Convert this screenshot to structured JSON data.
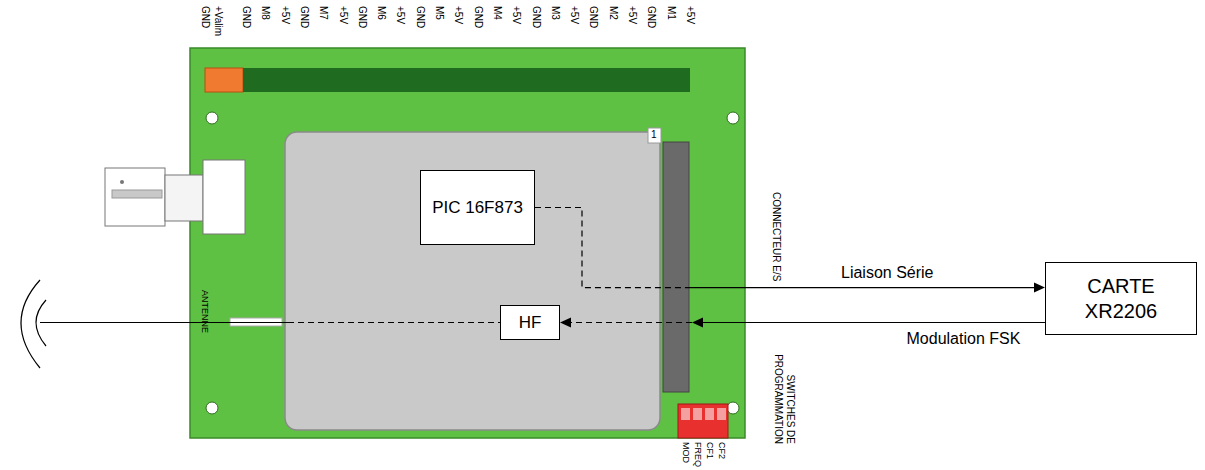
{
  "diagram": {
    "nodes": [
      {
        "text": [
          "PIC 16F873"
        ]
      },
      {
        "text": [
          "HF"
        ]
      },
      {
        "text": [
          "CARTE XR2206"
        ]
      }
    ],
    "edges": [
      {
        "from": 0,
        "to": 2,
        "arrow": "to",
        "label": "Liaison Série"
      },
      {
        "from": 2,
        "to": 1,
        "arrow": "to",
        "label": "Modulation FSK"
      }
    ],
    "labels": [
      "GND",
      "+Valim",
      "GND",
      "M8",
      "+5V",
      "GND",
      "M7",
      "+5V",
      "GND",
      "M6",
      "+5V",
      "GND",
      "M5",
      "+5V",
      "GND",
      "M4",
      "+5V",
      "GND",
      "M3",
      "+5V",
      "GND",
      "M2",
      "+5V",
      "GND",
      "M1",
      "+5V",
      "1",
      "CONNECTEUR E/S",
      "ANTENNE",
      "SWITCHES DE PROGRAMMATION",
      "MOD",
      "FREQ",
      "CF1",
      "CF2"
    ]
  }
}
